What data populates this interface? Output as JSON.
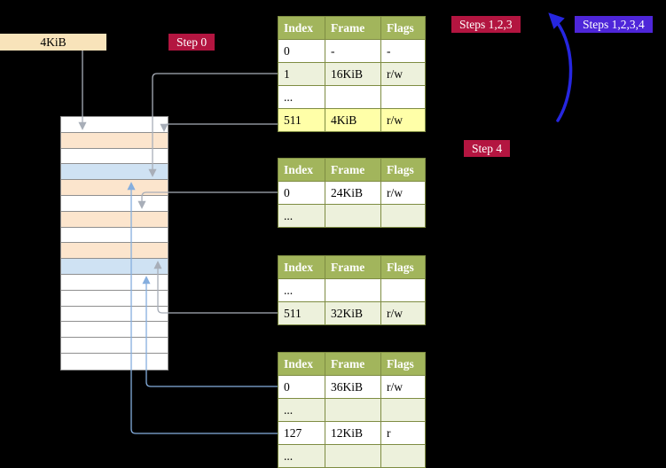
{
  "labels": {
    "frame_size": "4KiB",
    "step0": "Step 0",
    "steps_123": "Steps 1,2,3",
    "steps_1234": "Steps 1,2,3,4",
    "step4": "Step 4"
  },
  "colors": {
    "background": "#000000",
    "crimson_badge": "#b31540",
    "blue_badge": "#4e26d9",
    "table_header": "#a2b55c",
    "table_border": "#7e8c42",
    "row_green": "#edf1dc",
    "row_yellow": "#ffffa8",
    "frame_label_bg": "#f8e3ba",
    "memory_frame_peach": "#fce5cd",
    "memory_frame_blue": "#cfe2f3",
    "connector_gray": "#a8aeb8",
    "connector_lightblue": "#85aede",
    "big_arrow_blue": "#2626e0"
  },
  "tables": [
    {
      "name": "level-4-page-table",
      "headers": [
        "Index",
        "Frame",
        "Flags"
      ],
      "rows": [
        {
          "index": "0",
          "frame": "-",
          "flags": "-"
        },
        {
          "index": "1",
          "frame": "16KiB",
          "flags": "r/w"
        },
        {
          "index": "...",
          "frame": "",
          "flags": ""
        },
        {
          "index": "511",
          "frame": "4KiB",
          "flags": "r/w"
        }
      ]
    },
    {
      "name": "level-3-page-table",
      "headers": [
        "Index",
        "Frame",
        "Flags"
      ],
      "rows": [
        {
          "index": "0",
          "frame": "24KiB",
          "flags": "r/w"
        },
        {
          "index": "...",
          "frame": "",
          "flags": ""
        }
      ]
    },
    {
      "name": "level-2-page-table",
      "headers": [
        "Index",
        "Frame",
        "Flags"
      ],
      "rows": [
        {
          "index": "...",
          "frame": "",
          "flags": ""
        },
        {
          "index": "511",
          "frame": "32KiB",
          "flags": "r/w"
        }
      ]
    },
    {
      "name": "level-1-page-table",
      "headers": [
        "Index",
        "Frame",
        "Flags"
      ],
      "rows": [
        {
          "index": "0",
          "frame": "36KiB",
          "flags": "r/w"
        },
        {
          "index": "...",
          "frame": "",
          "flags": ""
        },
        {
          "index": "127",
          "frame": "12KiB",
          "flags": "r"
        },
        {
          "index": "...",
          "frame": "",
          "flags": ""
        }
      ]
    }
  ],
  "memory": {
    "frame_colors": [
      "white",
      "peach",
      "white",
      "blue",
      "peach",
      "white",
      "peach",
      "white",
      "peach",
      "blue",
      "white",
      "white",
      "white",
      "white",
      "white",
      "white"
    ]
  }
}
